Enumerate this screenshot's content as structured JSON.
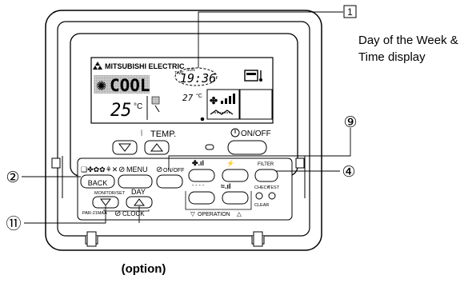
{
  "callouts": {
    "box_1": "1",
    "circle_9": "⑨",
    "circle_2": "②",
    "circle_4": "④",
    "circle_11": "⑪",
    "desc_line1": "Day of the Week &",
    "desc_line2": "Time display"
  },
  "brand": "MITSUBISHI ELECTRIC",
  "lcd": {
    "mode": "COOL",
    "set_temp": "25",
    "temp_unit": "°C",
    "room_temp": "27",
    "room_unit": "°C",
    "time": "19:36",
    "time_label": "TIME",
    "day_label": "SUN"
  },
  "buttons": {
    "temp_label": "TEMP.",
    "on_off_label": "ON/OFF",
    "mode_icons": "❏✤✿✿⚘✕",
    "back": "BACK",
    "menu": "MENU",
    "on_off_small": "ON/OFF",
    "monitor_set": "MONITOR/SET",
    "day": "DAY",
    "clock": "CLOCK",
    "operation": "OPERATION",
    "filter": "FILTER",
    "check": "CHECK",
    "test": "TEST",
    "clear": "CLEAR",
    "model": "PAR-21MAA"
  },
  "caption": "(option)"
}
